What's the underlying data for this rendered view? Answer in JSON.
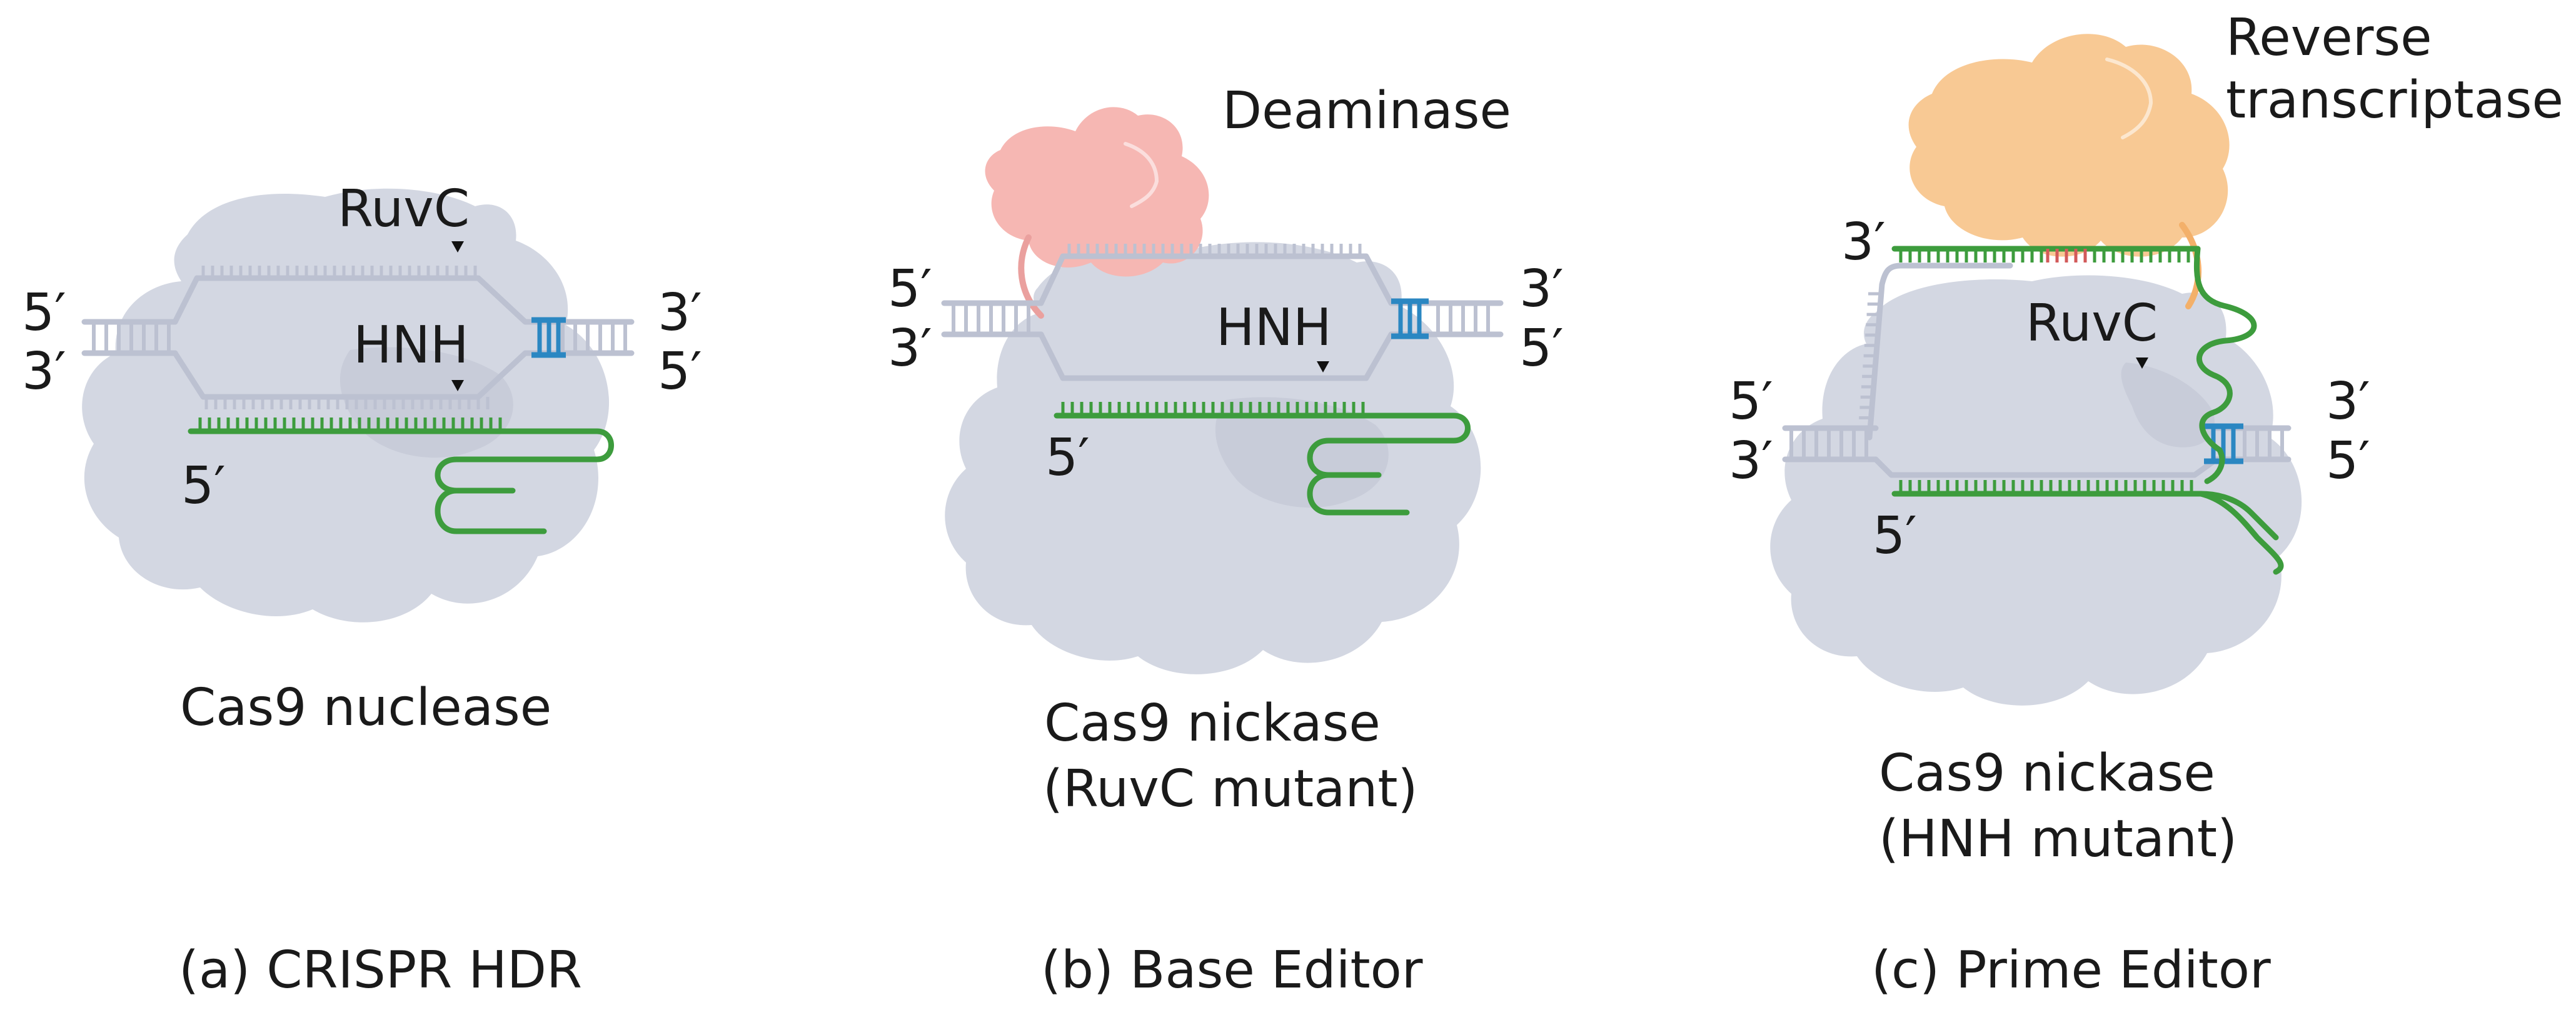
{
  "colors": {
    "protein": "#d3d7e2",
    "protein_shade": "#c3c8d6",
    "dna": "#bcc1d1",
    "guide": "#3d9c3d",
    "highlight_bp": "#2b87c2",
    "edit_bp": "#d25a5a",
    "deaminase": "#f6b7b3",
    "reverse_transcriptase": "#f8c994",
    "linker_deaminase": "#eaa09e",
    "linker_rt": "#f3b06a"
  },
  "panels": [
    {
      "id": "a",
      "labels": {
        "ruvc": "RuvC",
        "hnh": "HNH"
      },
      "ends": {
        "top_left": "5′",
        "bottom_left": "3′",
        "top_right": "3′",
        "bottom_right": "5′",
        "guide": "5′"
      },
      "protein_label": "Cas9 nuclease",
      "caption": "(a) CRISPR HDR"
    },
    {
      "id": "b",
      "labels": {
        "enzyme": "Deaminase",
        "hnh": "HNH"
      },
      "ends": {
        "top_left": "5′",
        "bottom_left": "3′",
        "top_right": "3′",
        "bottom_right": "5′",
        "guide": "5′"
      },
      "protein_label_line1": "Cas9 nickase",
      "protein_label_line2": "(RuvC mutant)",
      "caption": "(b) Base Editor"
    },
    {
      "id": "c",
      "labels": {
        "enzyme_line1": "Reverse",
        "enzyme_line2": "transcriptase",
        "ruvc": "RuvC"
      },
      "ends": {
        "flap": "3′",
        "top_left": "5′",
        "bottom_left": "3′",
        "top_right": "3′",
        "bottom_right": "5′",
        "guide": "5′"
      },
      "protein_label_line1": "Cas9 nickase",
      "protein_label_line2": "(HNH mutant)",
      "caption": "(c) Prime Editor"
    }
  ]
}
